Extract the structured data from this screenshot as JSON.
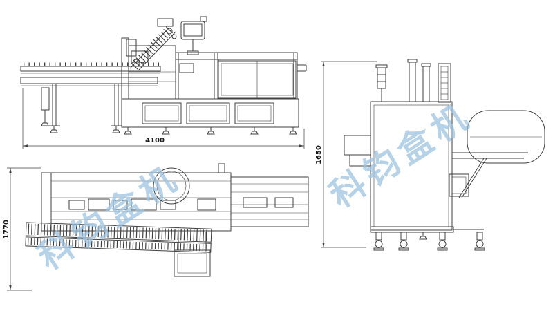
{
  "background": "#ffffff",
  "line_color": "#3f3f3f",
  "watermark": {
    "text": "科钧盒机",
    "color": "#9cc3e2"
  },
  "dimensions": {
    "overall_length": "4100",
    "overall_height": "1650",
    "overall_width": "1770"
  }
}
